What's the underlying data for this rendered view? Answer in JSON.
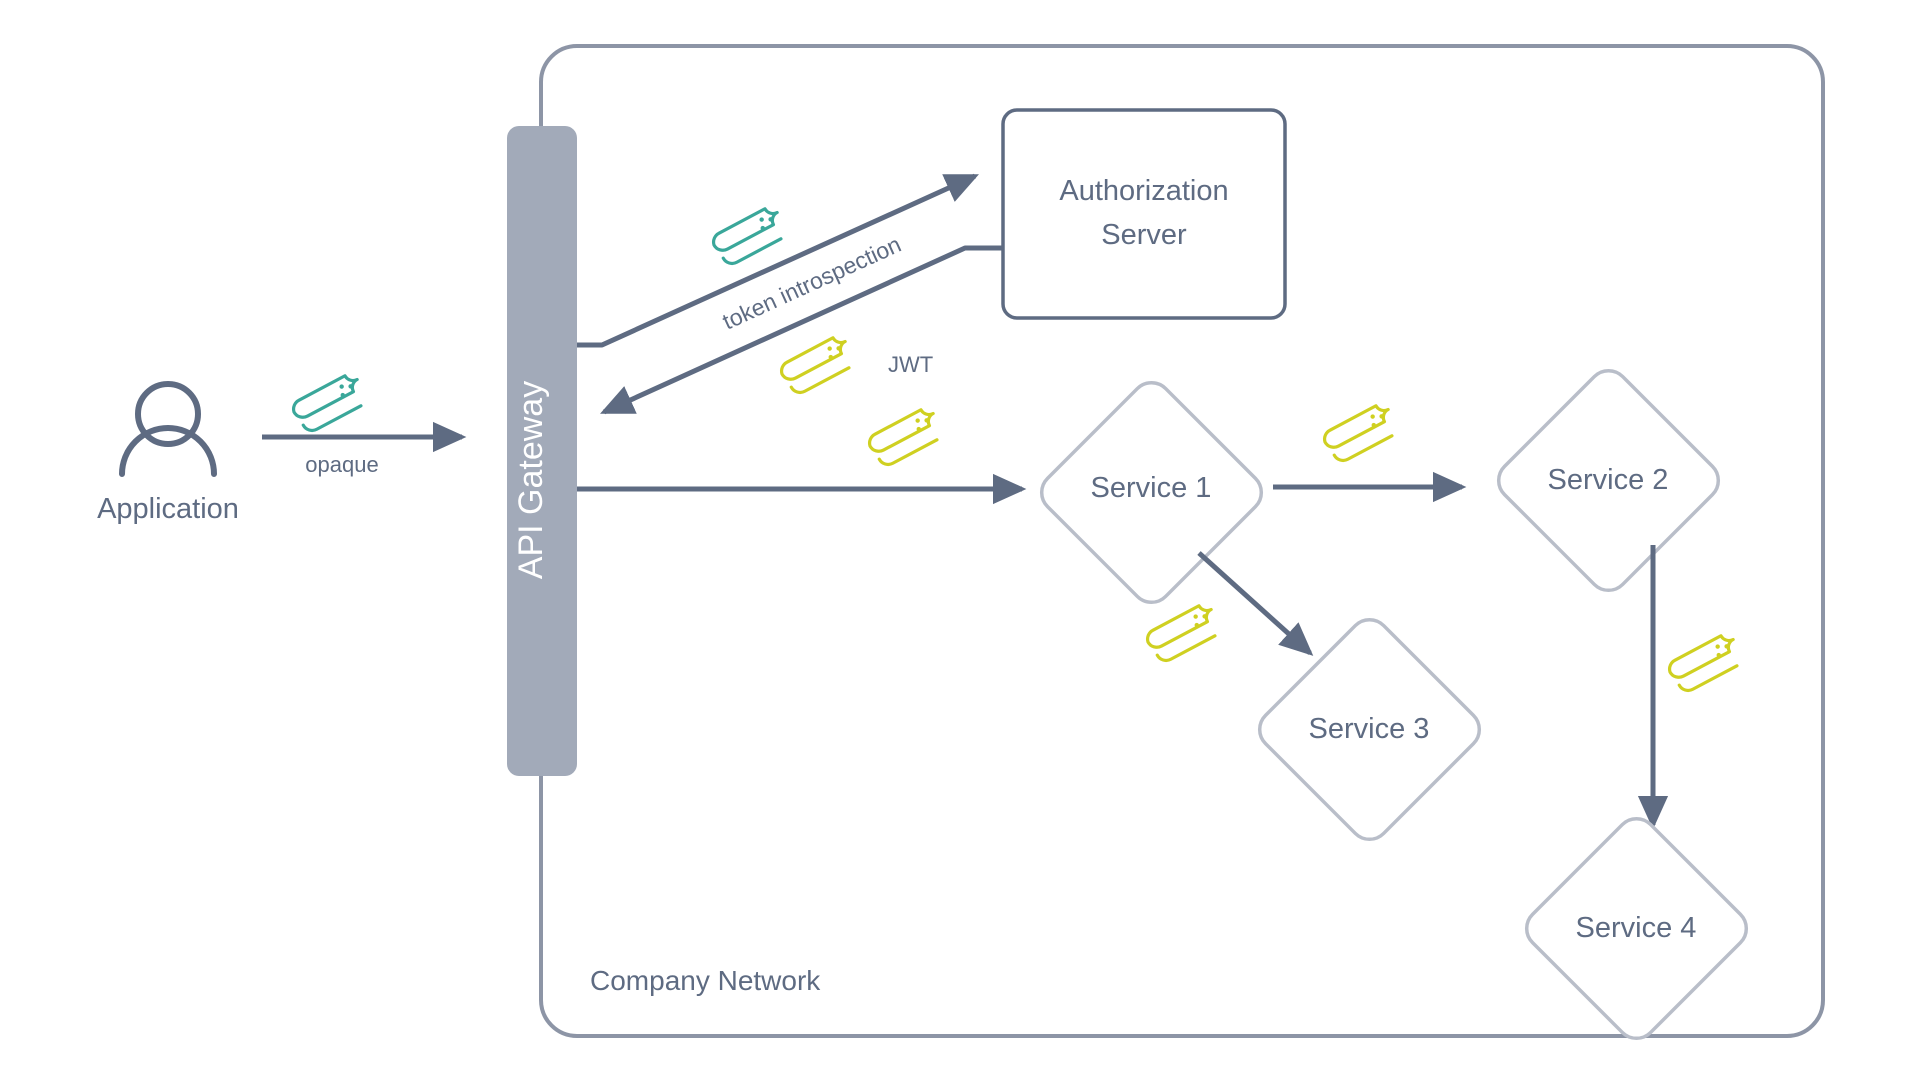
{
  "diagram": {
    "title_frame": "Company Network",
    "colors": {
      "slate": "#5e6b82",
      "gateway_fill": "#a2aab9",
      "frame_stroke": "#8d95a6",
      "node_stroke": "#b9bec9",
      "teal_token": "#3aa79a",
      "yellow_token": "#cfd021",
      "text": "#5e6b82",
      "background": "#ffffff"
    },
    "actor": {
      "label": "Application",
      "icon": "person-icon"
    },
    "gateway": {
      "label": "API Gateway"
    },
    "auth_server": {
      "label_line1": "Authorization",
      "label_line2": "Server"
    },
    "services": [
      {
        "id": "service-1",
        "label": "Service 1"
      },
      {
        "id": "service-2",
        "label": "Service 2"
      },
      {
        "id": "service-3",
        "label": "Service 3"
      },
      {
        "id": "service-4",
        "label": "Service 4"
      }
    ],
    "edge_labels": [
      {
        "id": "opaque-label",
        "text": "opaque"
      },
      {
        "id": "token-introspection-label",
        "text": "token introspection"
      },
      {
        "id": "jwt-label",
        "text": "JWT"
      }
    ],
    "tokens": [
      {
        "id": "token-opaque-app",
        "kind": "opaque",
        "color": "#3aa79a"
      },
      {
        "id": "token-opaque-gateway",
        "kind": "opaque",
        "color": "#3aa79a"
      },
      {
        "id": "token-jwt-legend",
        "kind": "jwt",
        "color": "#cfd021"
      },
      {
        "id": "token-jwt-gateway-service1",
        "kind": "jwt",
        "color": "#cfd021"
      },
      {
        "id": "token-jwt-service1-service2",
        "kind": "jwt",
        "color": "#cfd021"
      },
      {
        "id": "token-jwt-service1-service3",
        "kind": "jwt",
        "color": "#cfd021"
      },
      {
        "id": "token-jwt-service2-service4",
        "kind": "jwt",
        "color": "#cfd021"
      }
    ]
  }
}
